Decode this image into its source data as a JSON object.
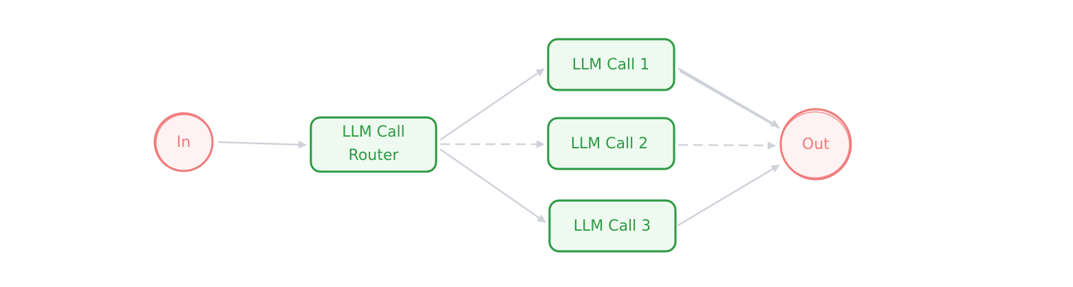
{
  "diagram": {
    "nodes": {
      "input": {
        "label": "In"
      },
      "router": {
        "label_line1": "LLM Call",
        "label_line2": "Router"
      },
      "call1": {
        "label": "LLM Call 1"
      },
      "call2": {
        "label": "LLM Call 2"
      },
      "call3": {
        "label": "LLM Call 3"
      },
      "output": {
        "label": "Out"
      }
    },
    "edges": [
      {
        "from": "input",
        "to": "router",
        "style": "solid"
      },
      {
        "from": "router",
        "to": "call1",
        "style": "solid"
      },
      {
        "from": "router",
        "to": "call2",
        "style": "dashed"
      },
      {
        "from": "router",
        "to": "call3",
        "style": "solid"
      },
      {
        "from": "call1",
        "to": "output",
        "style": "solid"
      },
      {
        "from": "call2",
        "to": "output",
        "style": "dashed"
      },
      {
        "from": "call3",
        "to": "output",
        "style": "solid"
      }
    ]
  },
  "colors": {
    "green_stroke": "#2f9a44",
    "green_fill": "#eefaf0",
    "red_stroke": "#f07a7a",
    "red_fill": "#fff2f2",
    "arrow": "#cfd3d9"
  }
}
